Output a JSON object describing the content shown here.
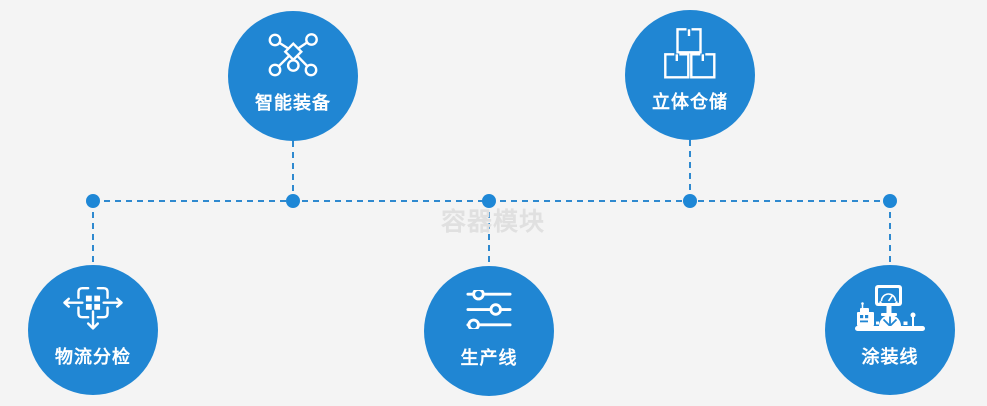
{
  "page": {
    "watermark": "容器模块"
  },
  "colors": {
    "background": "#f4f4f4",
    "node_blue": "#2086d3",
    "connector_blue": "#2e89cf",
    "dot_blue": "#1e87d6",
    "label_white": "#ffffff",
    "watermark_gray": "#e0e0e0"
  },
  "diagram": {
    "nodes": [
      {
        "id": "smart-equipment",
        "label": "智能装备",
        "icon": "network-nodes-icon",
        "row": "top"
      },
      {
        "id": "stereo-warehouse",
        "label": "立体仓储",
        "icon": "stacked-boxes-icon",
        "row": "top"
      },
      {
        "id": "logistics-sorting",
        "label": "物流分检",
        "icon": "sort-distribute-icon",
        "row": "bottom"
      },
      {
        "id": "production-line",
        "label": "生产线",
        "icon": "sliders-icon",
        "row": "bottom"
      },
      {
        "id": "coating-line",
        "label": "涂装线",
        "icon": "control-console-icon",
        "row": "bottom"
      }
    ]
  }
}
